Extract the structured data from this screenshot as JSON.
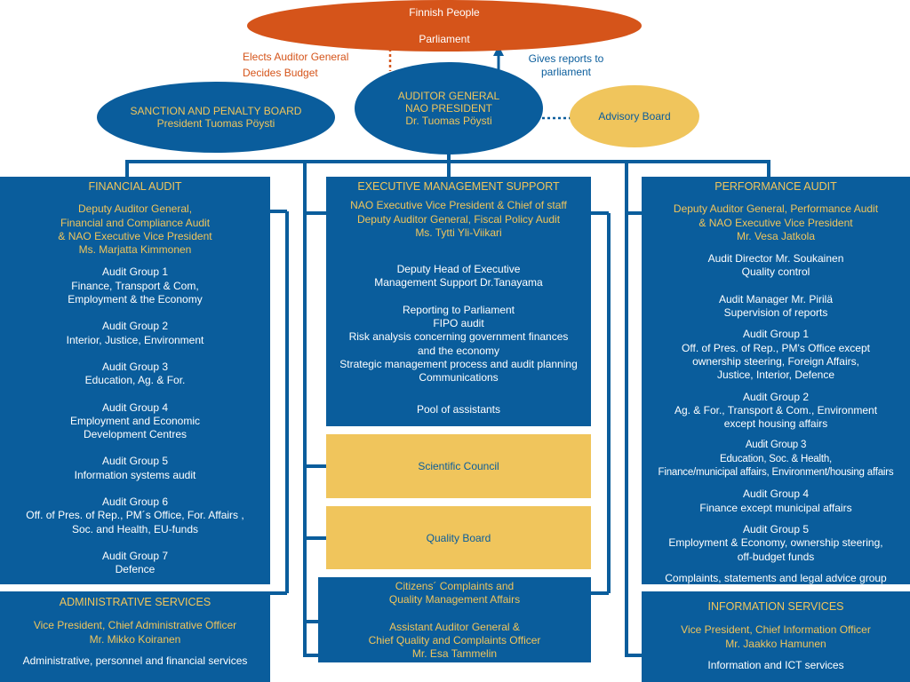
{
  "parliament": {
    "line1": "Finnish People",
    "line2": "Parliament"
  },
  "elects_note": {
    "line1": "Elects Auditor General",
    "line2": "Decides Budget"
  },
  "reports_note": "Gives reports to\nparliament",
  "auditor_general": {
    "line1": "AUDITOR GENERAL",
    "line2": "NAO PRESIDENT",
    "line3": "Dr. Tuomas Pöysti"
  },
  "sanction_board": {
    "line1": "SANCTION AND PENALTY  BOARD",
    "line2": "President Tuomas Pöysti"
  },
  "advisory_board": "Advisory Board",
  "financial_audit": {
    "title": "FINANCIAL AUDIT",
    "head": "Deputy Auditor General,\nFinancial  and Compliance Audit\n& NAO Executive Vice President\nMs. Marjatta Kimmonen",
    "groups": [
      "Audit Group 1\nFinance, Transport & Com,\nEmployment & the Economy",
      "Audit Group 2\nInterior, Justice, Environment",
      "Audit Group 3\nEducation, Ag. & For.",
      "Audit Group 4\nEmployment and Economic\nDevelopment Centres",
      "Audit Group 5\nInformation systems audit",
      "Audit Group 6\nOff. of Pres. of Rep., PM´s Office, For. Affairs ,\nSoc. and Health, EU-funds",
      "Audit Group 7\nDefence"
    ]
  },
  "executive_support": {
    "title": "EXECUTIVE MANAGEMENT SUPPORT",
    "head": "NAO Executive Vice President & Chief of staff\nDeputy Auditor General, Fiscal Policy Audit\nMs. Tytti Yli-Viikari",
    "deputy": "Deputy Head of Executive\nManagement Support Dr.Tanayama",
    "functions": "Reporting to Parliament\nFIPO audit\nRisk analysis concerning government finances\nand the economy\nStrategic management process and audit planning\nCommunications",
    "pool": "Pool of assistants"
  },
  "scientific_council": "Scientific Council",
  "quality_board": "Quality Board",
  "citizens_complaints": {
    "title": "Citizens´ Complaints and\nQuality Management Affairs",
    "head": "Assistant Auditor General &\nChief Quality and Complaints Officer\nMr. Esa Tammelin"
  },
  "performance_audit": {
    "title": "PERFORMANCE AUDIT",
    "head": "Deputy Auditor General, Performance Audit\n& NAO Executive Vice President\nMr. Vesa Jatkola",
    "items": [
      "Audit Director Mr. Soukainen\nQuality control",
      "Audit Manager Mr. Pirilä\nSupervision of reports",
      "Audit Group 1\nOff. of Pres. of Rep., PM's Office except\nownership steering, Foreign Affairs,\nJustice, Interior, Defence",
      "Audit Group 2\nAg. & For., Transport & Com., Environment\nexcept housing affairs",
      "Audit Group 3\nEducation, Soc. & Health,\nFinance/municipal affairs, Environment/housing affairs",
      "Audit Group 4\nFinance except municipal affairs",
      "Audit Group 5\nEmployment & Economy, ownership steering,\noff-budget funds",
      "Complaints, statements and legal advice group"
    ]
  },
  "admin_services": {
    "title": "ADMINISTRATIVE SERVICES",
    "head": "Vice President, Chief  Administrative Officer\nMr. Mikko Koiranen",
    "desc": "Administrative, personnel and financial services"
  },
  "info_services": {
    "title": "INFORMATION SERVICES",
    "head": "Vice President, Chief Information Officer\nMr. Jaakko Hamunen",
    "desc": "Information and ICT services"
  },
  "colors": {
    "blue": "#0a5d9c",
    "orange": "#d5541a",
    "gold": "#f0c55c"
  }
}
